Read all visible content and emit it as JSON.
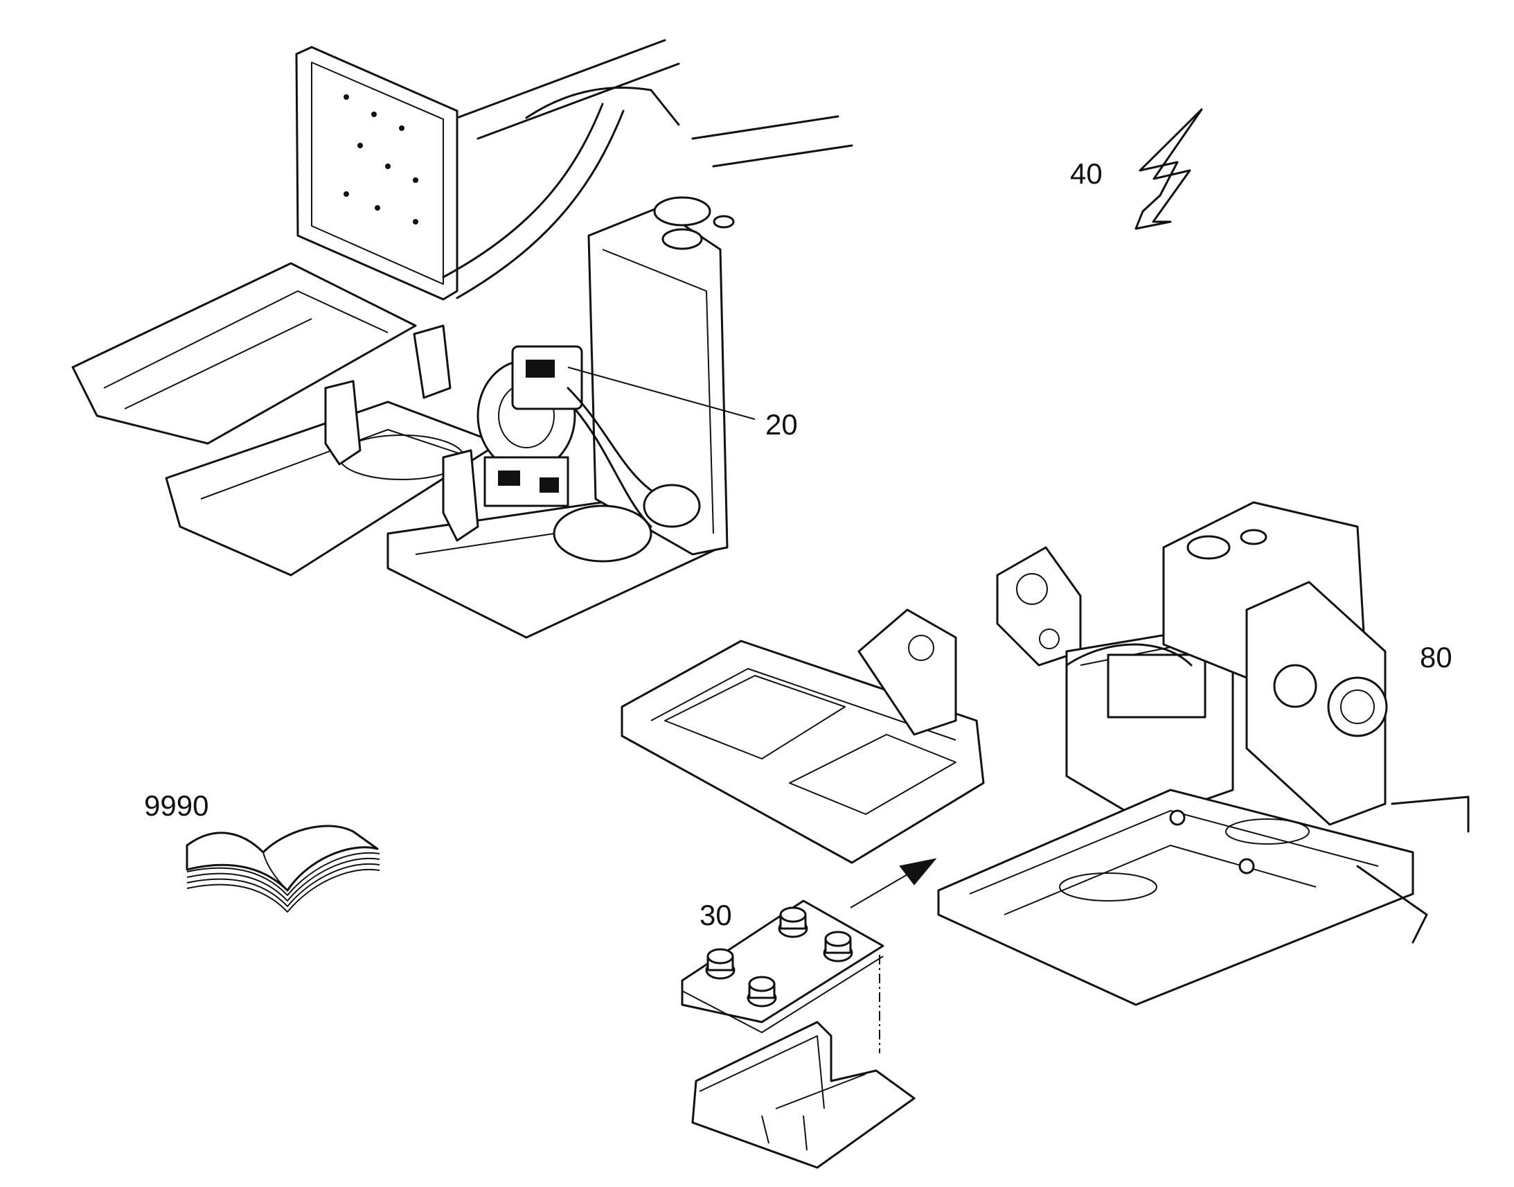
{
  "callouts": {
    "c20": "20",
    "c30": "30",
    "c40": "40",
    "c80": "80",
    "c9990": "9990"
  },
  "icons": {
    "electrical": "lightning-bolt-icon",
    "manual": "open-book-icon"
  },
  "colors": {
    "line": "#111111",
    "background": "#ffffff"
  }
}
